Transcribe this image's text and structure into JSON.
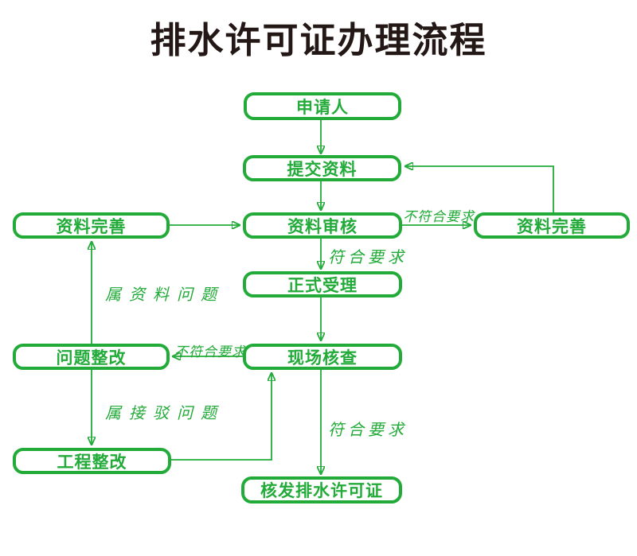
{
  "title": "排水许可证办理流程",
  "colors": {
    "accent_green": "#22ab39",
    "title_text": "#231815",
    "node_fill": "#ffffff"
  },
  "diagram_type": "flowchart",
  "nodes": [
    {
      "id": "applicant",
      "label": "申请人"
    },
    {
      "id": "submit",
      "label": "提交资料"
    },
    {
      "id": "review",
      "label": "资料审核"
    },
    {
      "id": "improve-left",
      "label": "资料完善"
    },
    {
      "id": "improve-right",
      "label": "资料完善"
    },
    {
      "id": "accept",
      "label": "正式受理"
    },
    {
      "id": "inspect",
      "label": "现场核查"
    },
    {
      "id": "problem-fix",
      "label": "问题整改"
    },
    {
      "id": "project-fix",
      "label": "工程整改"
    },
    {
      "id": "issue-permit",
      "label": "核发排水许可证"
    }
  ],
  "edge_labels": [
    {
      "id": "meets-upper",
      "text": "符合要求",
      "edge": "资料审核→正式受理"
    },
    {
      "id": "not-meets-right",
      "text": "不符合要求",
      "edge": "资料审核→资料完善(右)"
    },
    {
      "id": "not-meets-left",
      "text": "不符合要求",
      "edge": "现场核查→问题整改"
    },
    {
      "id": "material-issue",
      "text": "属资料问题",
      "edge": "问题整改→资料完善(左)"
    },
    {
      "id": "connection-issue",
      "text": "属接驳问题",
      "edge": "问题整改→工程整改"
    },
    {
      "id": "meets-lower",
      "text": "符合要求",
      "edge": "现场核查→核发排水许可证"
    }
  ]
}
